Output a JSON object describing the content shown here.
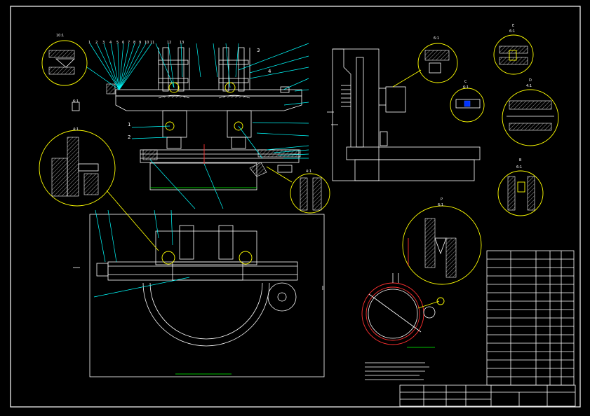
{
  "detail_labels": {
    "detail_10_1": "10:1",
    "detail_6_1_left": "6:1",
    "detail_4_1_left": "4:1",
    "detail_4_1_small": "4:1",
    "detail_6_1_top": "6:1",
    "detail_e_letter": "E",
    "detail_e_scale": "6:1",
    "detail_c_letter": "C",
    "detail_c_scale": "6:1",
    "detail_d_letter": "D",
    "detail_d_scale": "4:1",
    "detail_b_letter": "B",
    "detail_b_scale": "6:1",
    "detail_p_letter": "P",
    "detail_p_scale": "6:1"
  },
  "part_numbers": [
    "1",
    "2",
    "3",
    "4",
    "5",
    "6",
    "7",
    "8",
    "9",
    "10",
    "11",
    "12",
    "13"
  ],
  "view_markers": [
    "1",
    "2",
    "3",
    "4"
  ],
  "colors": {
    "background": "#000000",
    "outline": "#ffffff",
    "leader": "#00ffff",
    "detail_circle": "#ffff00",
    "section": "#ff3030"
  }
}
